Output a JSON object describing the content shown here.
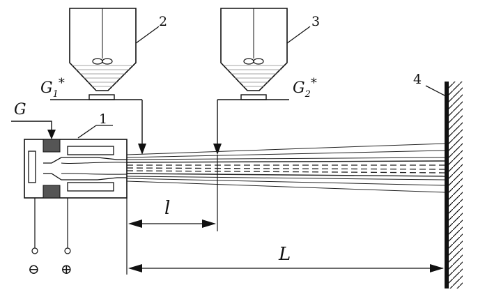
{
  "labels": {
    "gun": "1",
    "hopper1": "2",
    "hopper2": "3",
    "substrate": "4",
    "gas": "G",
    "feed1_base": "G",
    "feed1_sub": "1",
    "feed1_sup": "*",
    "feed2_base": "G",
    "feed2_sub": "2",
    "feed2_sup": "*",
    "short_distance": "l",
    "long_distance": "L",
    "negative": "⊖",
    "positive": "⊕"
  }
}
